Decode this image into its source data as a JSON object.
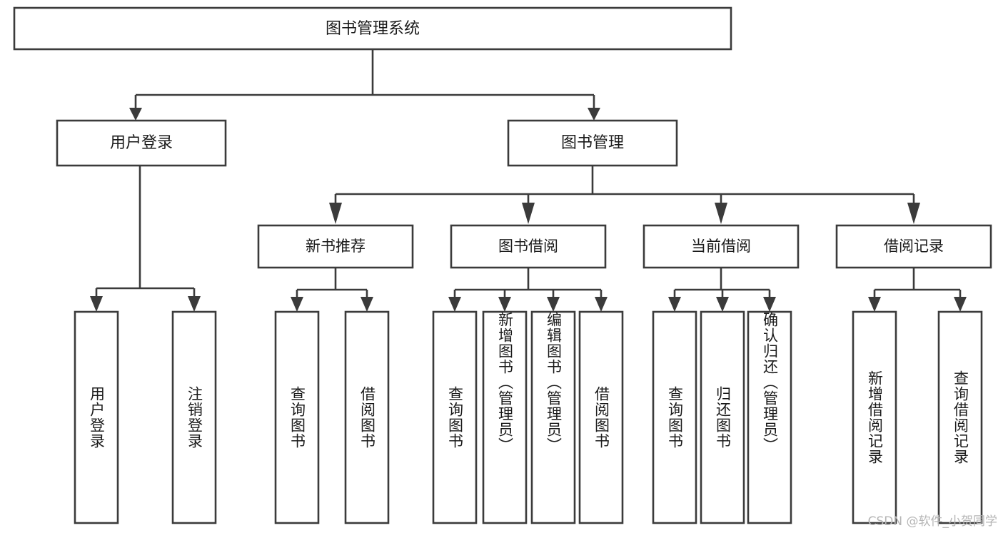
{
  "diagram": {
    "type": "tree",
    "title": "图书管理系统",
    "watermark": "CSDN @软件_小贺同学",
    "colors": {
      "stroke": "#3b3b3b",
      "fill": "#ffffff",
      "text": "#1a1a1a",
      "watermark": "#b5b5b5"
    },
    "levels": {
      "root": {
        "label": "图书管理系统"
      },
      "level2": [
        {
          "label": "用户登录"
        },
        {
          "label": "图书管理"
        }
      ],
      "level3": [
        {
          "label": "新书推荐"
        },
        {
          "label": "图书借阅"
        },
        {
          "label": "当前借阅"
        },
        {
          "label": "借阅记录"
        }
      ]
    },
    "leaves": {
      "user_login": [
        {
          "label": "用户登录"
        },
        {
          "label": "注销登录"
        }
      ],
      "new_book_recommend": [
        {
          "label": "查询图书"
        },
        {
          "label": "借阅图书"
        }
      ],
      "book_borrow": [
        {
          "label": "查询图书"
        },
        {
          "label": "新增图书（管理员）"
        },
        {
          "label": "编辑图书（管理员）"
        },
        {
          "label": "借阅图书"
        }
      ],
      "current_borrow": [
        {
          "label": "查询图书"
        },
        {
          "label": "归还图书"
        },
        {
          "label": "确认归还（管理员）"
        }
      ],
      "borrow_record": [
        {
          "label": "新增借阅记录"
        },
        {
          "label": "查询借阅记录"
        }
      ]
    }
  }
}
